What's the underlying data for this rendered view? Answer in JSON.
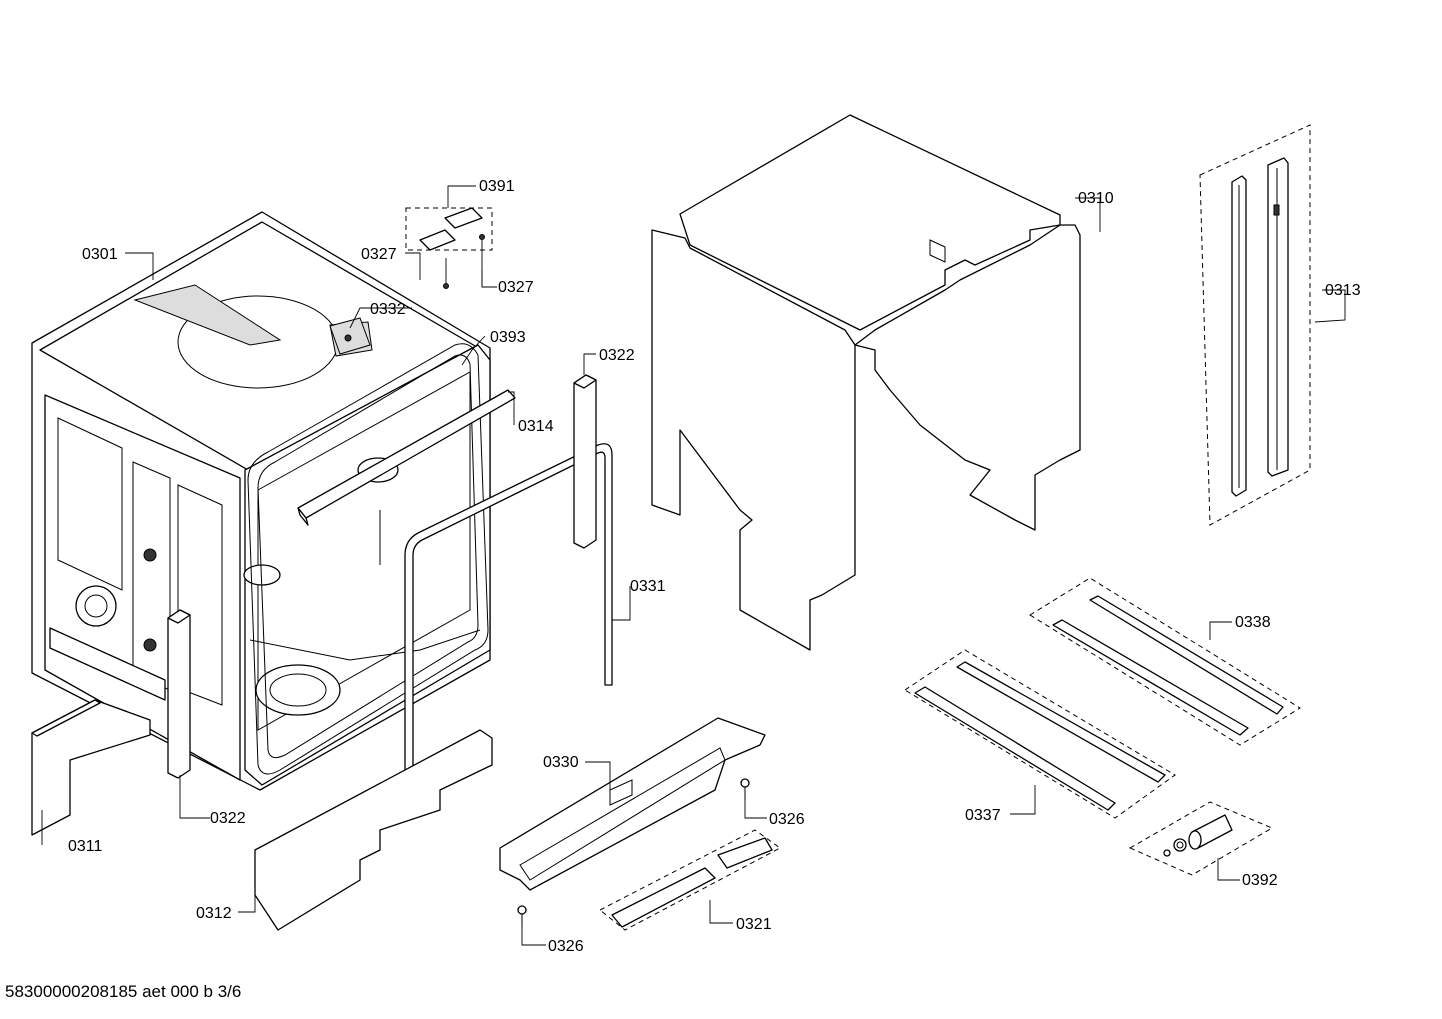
{
  "document_id": "58300000208185 aet 000 b 3/6",
  "labels": {
    "p0301": "0301",
    "p0391": "0391",
    "p0327a": "0327",
    "p0327b": "0327",
    "p0332": "0332",
    "p0393": "0393",
    "p0314": "0314",
    "p0322a": "0322",
    "p0322b": "0322",
    "p0310": "0310",
    "p0313": "0313",
    "p0331": "0331",
    "p0338": "0338",
    "p0311": "0311",
    "p0312": "0312",
    "p0330": "0330",
    "p0326a": "0326",
    "p0326b": "0326",
    "p0321": "0321",
    "p0337": "0337",
    "p0392": "0392"
  }
}
